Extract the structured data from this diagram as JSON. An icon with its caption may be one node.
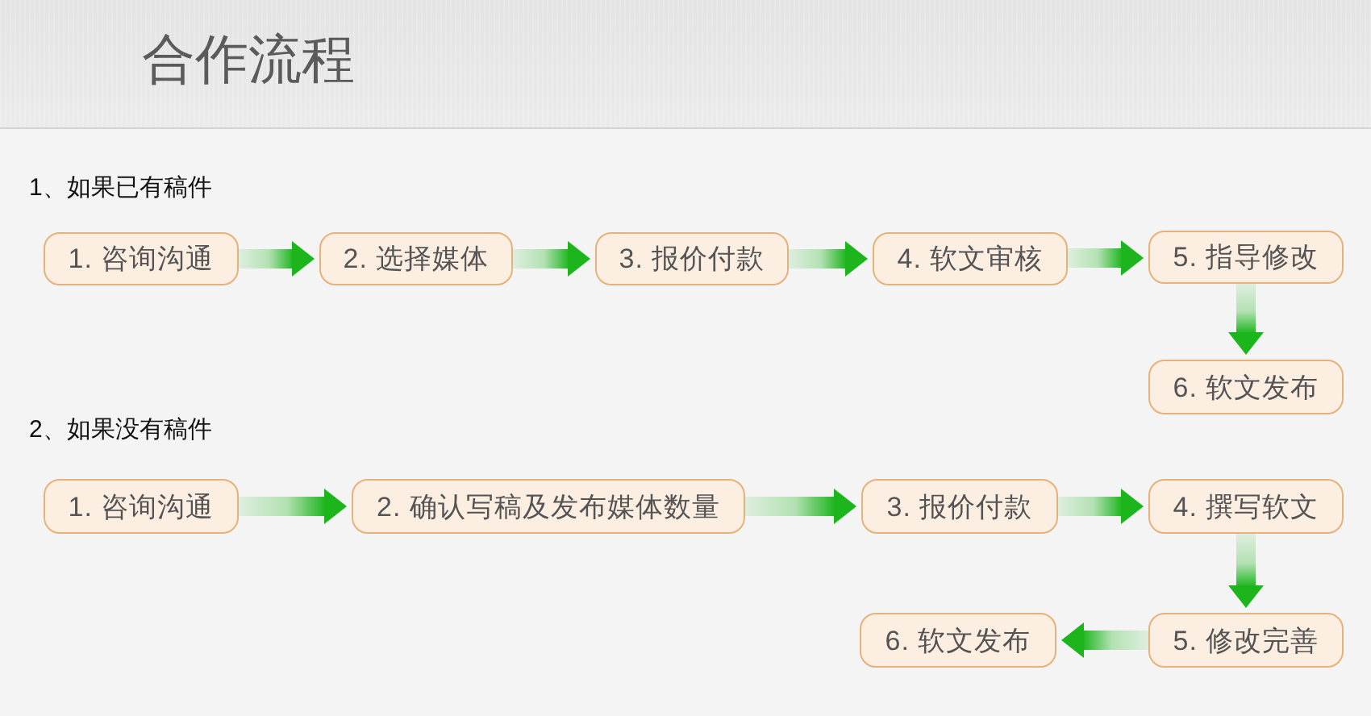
{
  "diagram": {
    "title": "合作流程",
    "nodes": [
      {
        "text": [
          "1. 咨询沟通"
        ]
      },
      {
        "text": [
          "2. 选择媒体"
        ]
      },
      {
        "text": [
          "3. 报价付款"
        ]
      },
      {
        "text": [
          "4. 软文审核"
        ]
      },
      {
        "text": [
          "5. 指导修改"
        ]
      },
      {
        "text": [
          "6. 软文发布"
        ]
      },
      {
        "text": [
          "1. 咨询沟通"
        ]
      },
      {
        "text": [
          "2. 确认写稿及发布媒体数量"
        ]
      },
      {
        "text": [
          "3. 报价付款"
        ]
      },
      {
        "text": [
          "4. 撰写软文"
        ]
      },
      {
        "text": [
          "5. 修改完善"
        ]
      },
      {
        "text": [
          "6. 软文发布"
        ]
      }
    ],
    "edges": [
      {
        "from": 0,
        "to": 1,
        "arrow": "to"
      },
      {
        "from": 1,
        "to": 2,
        "arrow": "to"
      },
      {
        "from": 2,
        "to": 3,
        "arrow": "to"
      },
      {
        "from": 3,
        "to": 4,
        "arrow": "to"
      },
      {
        "from": 4,
        "to": 5,
        "arrow": "to"
      },
      {
        "from": 6,
        "to": 7,
        "arrow": "to"
      },
      {
        "from": 7,
        "to": 8,
        "arrow": "to"
      },
      {
        "from": 8,
        "to": 9,
        "arrow": "to"
      },
      {
        "from": 9,
        "to": 10,
        "arrow": "to"
      },
      {
        "from": 10,
        "to": 11,
        "arrow": "to"
      }
    ],
    "labels": [
      "1、如果已有稿件",
      "2、如果没有稿件"
    ]
  }
}
